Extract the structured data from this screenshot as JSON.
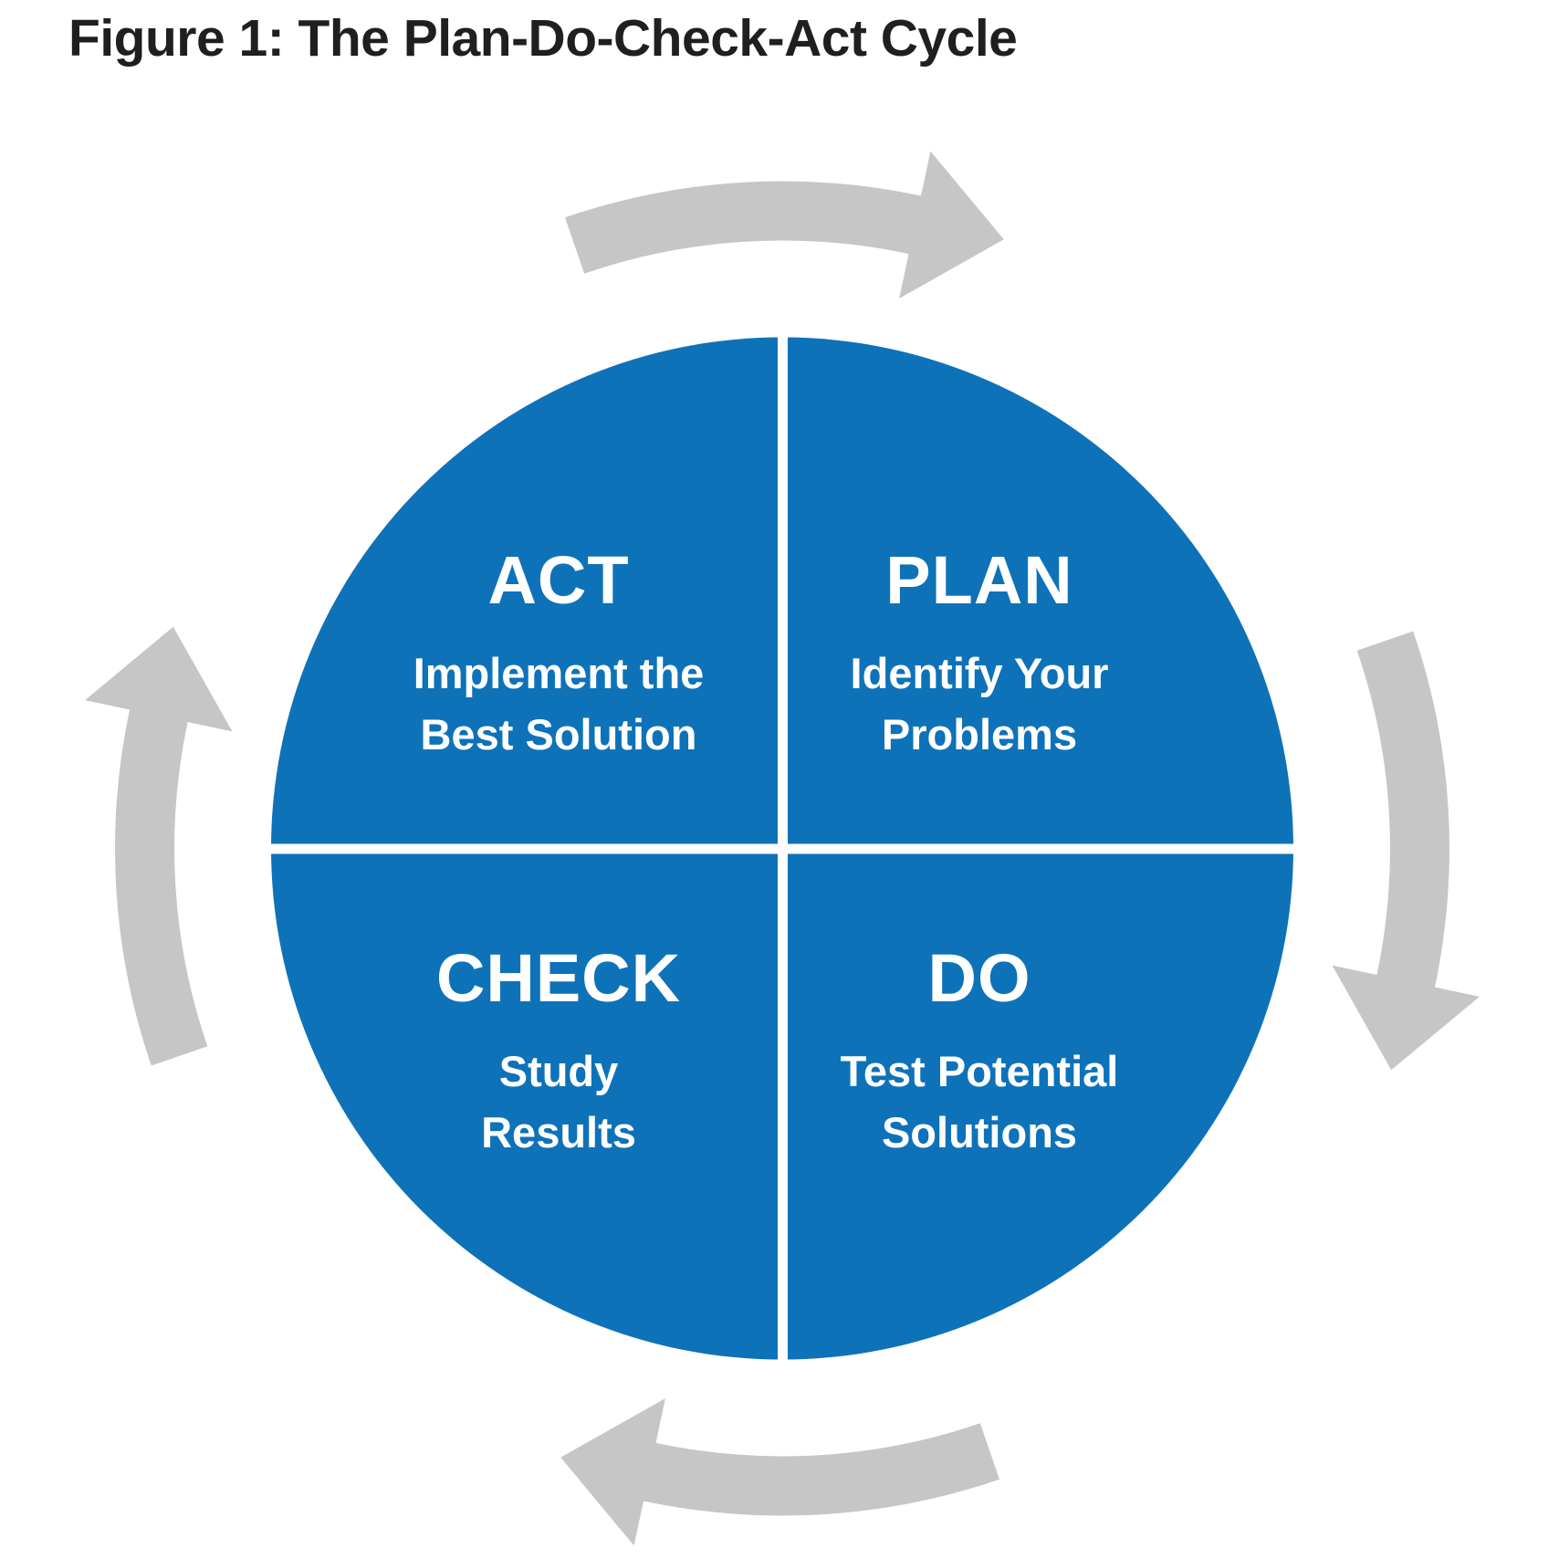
{
  "figure": {
    "title": "Figure 1: The Plan-Do-Check-Act Cycle"
  },
  "colors": {
    "quadrant_blue": "#0e72b8",
    "arrow_gray": "#c6c6c6",
    "title_black": "#1f1f1f",
    "quadrant_text_white": "#ffffff"
  },
  "cycle": {
    "flow_direction": "clockwise",
    "quadrants": [
      {
        "id": "act",
        "position": "top-left",
        "label": "ACT",
        "description": "Implement the Best Solution",
        "description_lines": [
          "Implement the",
          "Best Solution"
        ]
      },
      {
        "id": "plan",
        "position": "top-right",
        "label": "PLAN",
        "description": "Identify Your Problems",
        "description_lines": [
          "Identify Your",
          "Problems"
        ]
      },
      {
        "id": "check",
        "position": "bottom-left",
        "label": "CHECK",
        "description": "Study Results",
        "description_lines": [
          "Study",
          "Results"
        ]
      },
      {
        "id": "do",
        "position": "bottom-right",
        "label": "DO",
        "description": "Test Potential Solutions",
        "description_lines": [
          "Test Potential",
          "Solutions"
        ]
      }
    ],
    "arrows": [
      "top",
      "right",
      "bottom",
      "left"
    ]
  }
}
